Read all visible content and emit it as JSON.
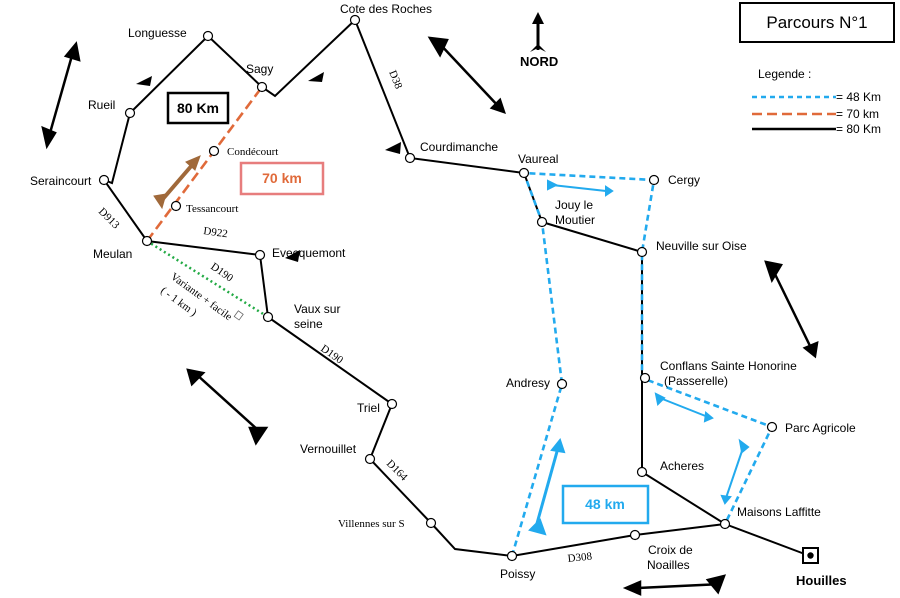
{
  "title": "Parcours N°1",
  "north_label": "NORD",
  "legend": {
    "heading": "Legende :",
    "items": [
      {
        "label": "= 48 Km",
        "color": "#22aaee",
        "style": "dotted"
      },
      {
        "label": "= 70 km",
        "color": "#e06a3a",
        "style": "dashed"
      },
      {
        "label": "= 80 Km",
        "color": "#000000",
        "style": "solid"
      }
    ]
  },
  "route_boxes": {
    "km80": {
      "label": "80 Km",
      "color": "#000000"
    },
    "km70": {
      "label": "70 km",
      "color": "#e77d7d"
    },
    "km48": {
      "label": "48 km",
      "color": "#22aaee"
    }
  },
  "places": {
    "longuesse": "Longuesse",
    "cote_des_roches": "Cote des Roches",
    "sagy": "Sagy",
    "rueil": "Rueil",
    "condecourt": "Condécourt",
    "seraincourt": "Seraincourt",
    "tessancourt": "Tessancourt",
    "meulan": "Meulan",
    "evecquemont": "Evecquemont",
    "vaux_line1": "Vaux sur",
    "vaux_line2": "seine",
    "courdimanche": "Courdimanche",
    "vaureal": "Vaureal",
    "cergy": "Cergy",
    "jouy_line1": "Jouy le",
    "jouy_line2": "Moutier",
    "neuville": "Neuville sur Oise",
    "conflans_line1": "Conflans Sainte Honorine",
    "conflans_line2": "(Passerelle)",
    "andresy": "Andresy",
    "parc_agricole": "Parc Agricole",
    "triel": "Triel",
    "vernouillet": "Vernouillet",
    "acheres": "Acheres",
    "maisons_laffitte": "Maisons Laffitte",
    "villennes": "Villennes sur S",
    "poissy": "Poissy",
    "croix_line1": "Croix de",
    "croix_line2": "Noailles",
    "houilles": "Houilles"
  },
  "roads": {
    "d38": "D38",
    "d913": "D913",
    "d922": "D922",
    "d190a": "D190",
    "d190b": "D190",
    "d164": "D164",
    "d308": "D308"
  },
  "variante": {
    "line1": "Variante + facile",
    "line2": "( - 1 km )",
    "color": "#22aa44"
  }
}
